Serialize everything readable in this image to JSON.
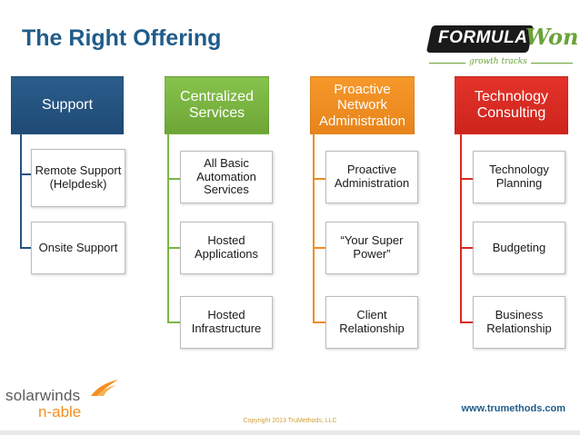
{
  "title": "The Right Offering",
  "logo": {
    "formula": "FORMULA",
    "won": "Won",
    "tagline": "growth tracks"
  },
  "colors": {
    "support": "#24527f",
    "centralized": "#7ab642",
    "proactive": "#f08c21",
    "technology": "#d92b22",
    "title": "#1f5c8a"
  },
  "columns": [
    {
      "header": "Support",
      "items": [
        "Remote Support (Helpdesk)",
        "Onsite Support"
      ]
    },
    {
      "header": "Centralized Services",
      "items": [
        "All Basic Automation Services",
        "Hosted Applications",
        "Hosted Infrastructure"
      ]
    },
    {
      "header": "Proactive Network Administration",
      "items": [
        "Proactive Administration",
        "“Your Super Power”",
        "Client Relationship"
      ]
    },
    {
      "header": "Technology Consulting",
      "items": [
        "Technology Planning",
        "Budgeting",
        "Business Relationship"
      ]
    }
  ],
  "footer": {
    "brand_1": "solarwinds",
    "brand_2": "n-able",
    "copyright": "Copyright 2013 TruMethods, LLC",
    "url": "www.trumethods.com"
  }
}
